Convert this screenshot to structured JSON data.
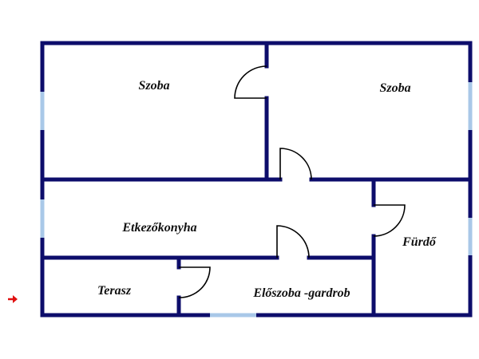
{
  "rooms": {
    "szoba_left": "Szoba",
    "szoba_right": "Szoba",
    "etkezokonyha": "Etkezőkonyha",
    "furdo": "Fürdő",
    "terasz": "Terasz",
    "eloszoba": "Előszoba -gardrob"
  },
  "colors": {
    "wall": "#0d0d6b",
    "window": "#a9c8e8",
    "entrance_arrow": "#e01010"
  },
  "icons": {
    "entrance": "entrance-arrow-icon"
  }
}
